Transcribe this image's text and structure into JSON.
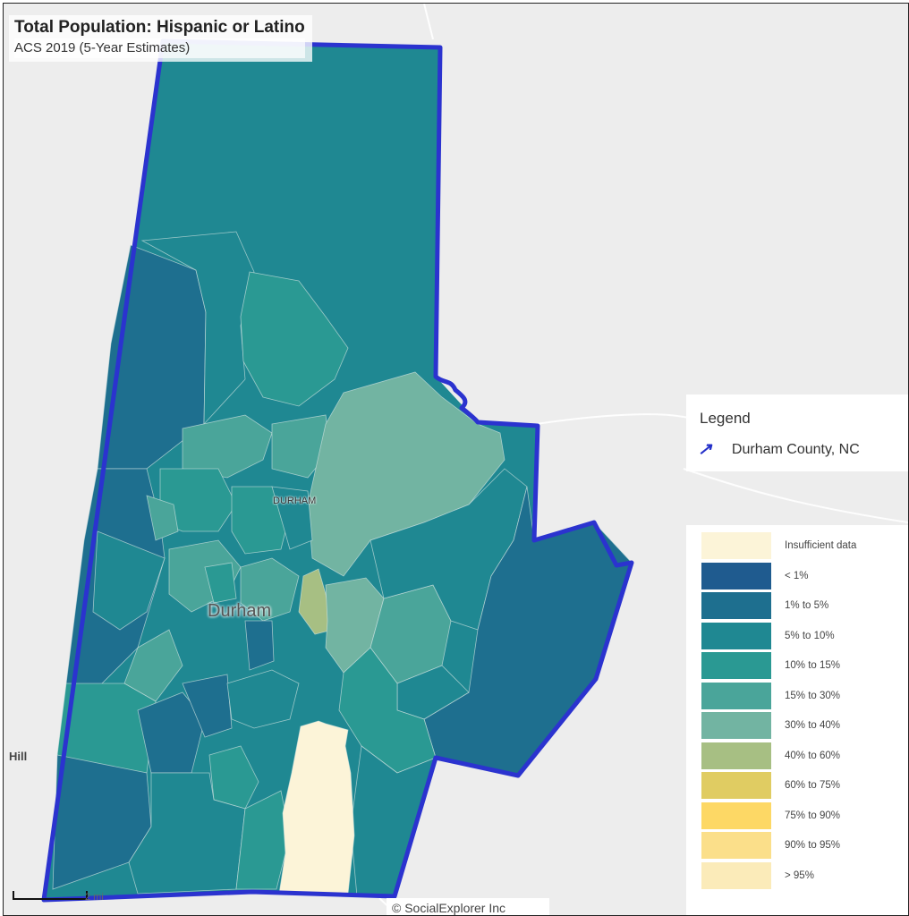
{
  "map": {
    "title": "Total Population: Hispanic or Latino",
    "subtitle": "ACS 2019 (5-Year Estimates)",
    "place_labels": {
      "city": "Durham",
      "city_small": "DURHAM",
      "neighbor": "Hill"
    },
    "scale_label": "2 mi",
    "credit": "© SocialExplorer Inc",
    "boundary_color": "#2b33cf"
  },
  "legend": {
    "heading": "Legend",
    "layer_label": "Durham County, NC",
    "layer_icon": "boundary-line-icon",
    "classes": [
      {
        "label": "Insufficient data",
        "color": "#fcf4d8"
      },
      {
        "label": "< 1%",
        "color": "#1f5b8f"
      },
      {
        "label": "1% to 5%",
        "color": "#1e6f8f"
      },
      {
        "label": "5% to 10%",
        "color": "#1f8892"
      },
      {
        "label": "10% to 15%",
        "color": "#2a9993"
      },
      {
        "label": "15% to 30%",
        "color": "#4aa59a"
      },
      {
        "label": "30% to 40%",
        "color": "#72b4a2"
      },
      {
        "label": "40% to 60%",
        "color": "#a7bf83"
      },
      {
        "label": "60% to 75%",
        "color": "#e0cc62"
      },
      {
        "label": "75% to 90%",
        "color": "#fdd865"
      },
      {
        "label": "90% to 95%",
        "color": "#fbdf8a"
      },
      {
        "label": "> 95%",
        "color": "#fbebb9"
      }
    ]
  }
}
